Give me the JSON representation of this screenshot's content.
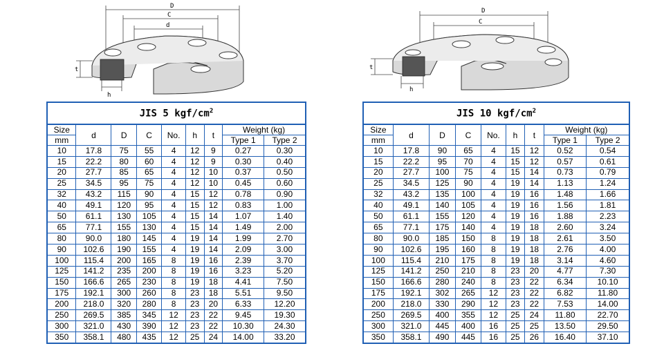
{
  "left": {
    "title": "JIS 5 kgf/cm",
    "title_exp": "2",
    "drawing": {
      "D": "D",
      "C": "C",
      "d": "d",
      "t": "t",
      "h": "h"
    },
    "headers": {
      "size": "Size",
      "size_unit": "mm",
      "d": "d",
      "D": "D",
      "C": "C",
      "no": "No.",
      "h": "h",
      "t": "t",
      "weight": "Weight (kg)",
      "type1": "Type 1",
      "type2": "Type 2"
    },
    "rows": [
      [
        "10",
        "17.8",
        "75",
        "55",
        "4",
        "12",
        "9",
        "0.27",
        "0.30"
      ],
      [
        "15",
        "22.2",
        "80",
        "60",
        "4",
        "12",
        "9",
        "0.30",
        "0.40"
      ],
      [
        "20",
        "27.7",
        "85",
        "65",
        "4",
        "12",
        "10",
        "0.37",
        "0.50"
      ],
      [
        "25",
        "34.5",
        "95",
        "75",
        "4",
        "12",
        "10",
        "0.45",
        "0.60"
      ],
      [
        "32",
        "43.2",
        "115",
        "90",
        "4",
        "15",
        "12",
        "0.78",
        "0.90"
      ],
      [
        "40",
        "49.1",
        "120",
        "95",
        "4",
        "15",
        "12",
        "0.83",
        "1.00"
      ],
      [
        "50",
        "61.1",
        "130",
        "105",
        "4",
        "15",
        "14",
        "1.07",
        "1.40"
      ],
      [
        "65",
        "77.1",
        "155",
        "130",
        "4",
        "15",
        "14",
        "1.49",
        "2.00"
      ],
      [
        "80",
        "90.0",
        "180",
        "145",
        "4",
        "19",
        "14",
        "1.99",
        "2.70"
      ],
      [
        "90",
        "102.6",
        "190",
        "155",
        "4",
        "19",
        "14",
        "2.09",
        "3.00"
      ],
      [
        "100",
        "115.4",
        "200",
        "165",
        "8",
        "19",
        "16",
        "2.39",
        "3.70"
      ],
      [
        "125",
        "141.2",
        "235",
        "200",
        "8",
        "19",
        "16",
        "3.23",
        "5.20"
      ],
      [
        "150",
        "166.6",
        "265",
        "230",
        "8",
        "19",
        "18",
        "4.41",
        "7.50"
      ],
      [
        "175",
        "192.1",
        "300",
        "260",
        "8",
        "23",
        "18",
        "5.51",
        "9.50"
      ],
      [
        "200",
        "218.0",
        "320",
        "280",
        "8",
        "23",
        "20",
        "6.33",
        "12.20"
      ],
      [
        "250",
        "269.5",
        "385",
        "345",
        "12",
        "23",
        "22",
        "9.45",
        "19.30"
      ],
      [
        "300",
        "321.0",
        "430",
        "390",
        "12",
        "23",
        "22",
        "10.30",
        "24.30"
      ],
      [
        "350",
        "358.1",
        "480",
        "435",
        "12",
        "25",
        "24",
        "14.00",
        "33.20"
      ]
    ]
  },
  "right": {
    "title": "JIS 10 kgf/cm",
    "title_exp": "2",
    "drawing": {
      "D": "D",
      "C": "C",
      "t": "t",
      "h": "h"
    },
    "headers": {
      "size": "Size",
      "size_unit": "mm",
      "d": "d",
      "D": "D",
      "C": "C",
      "no": "No.",
      "h": "h",
      "t": "t",
      "weight": "Weight (kg)",
      "type1": "Type 1",
      "type2": "Type 2"
    },
    "rows": [
      [
        "10",
        "17.8",
        "90",
        "65",
        "4",
        "15",
        "12",
        "0.52",
        "0.54"
      ],
      [
        "15",
        "22.2",
        "95",
        "70",
        "4",
        "15",
        "12",
        "0.57",
        "0.61"
      ],
      [
        "20",
        "27.7",
        "100",
        "75",
        "4",
        "15",
        "14",
        "0.73",
        "0.79"
      ],
      [
        "25",
        "34.5",
        "125",
        "90",
        "4",
        "19",
        "14",
        "1.13",
        "1.24"
      ],
      [
        "32",
        "43.2",
        "135",
        "100",
        "4",
        "19",
        "16",
        "1.48",
        "1.66"
      ],
      [
        "40",
        "49.1",
        "140",
        "105",
        "4",
        "19",
        "16",
        "1.56",
        "1.81"
      ],
      [
        "50",
        "61.1",
        "155",
        "120",
        "4",
        "19",
        "16",
        "1.88",
        "2.23"
      ],
      [
        "65",
        "77.1",
        "175",
        "140",
        "4",
        "19",
        "18",
        "2.60",
        "3.24"
      ],
      [
        "80",
        "90.0",
        "185",
        "150",
        "8",
        "19",
        "18",
        "2.61",
        "3.50"
      ],
      [
        "90",
        "102.6",
        "195",
        "160",
        "8",
        "19",
        "18",
        "2.76",
        "4.00"
      ],
      [
        "100",
        "115.4",
        "210",
        "175",
        "8",
        "19",
        "18",
        "3.14",
        "4.60"
      ],
      [
        "125",
        "141.2",
        "250",
        "210",
        "8",
        "23",
        "20",
        "4.77",
        "7.30"
      ],
      [
        "150",
        "166.6",
        "280",
        "240",
        "8",
        "23",
        "22",
        "6.34",
        "10.10"
      ],
      [
        "175",
        "192.1",
        "302",
        "265",
        "12",
        "23",
        "22",
        "6.82",
        "11.80"
      ],
      [
        "200",
        "218.0",
        "330",
        "290",
        "12",
        "23",
        "22",
        "7.53",
        "14.00"
      ],
      [
        "250",
        "269.5",
        "400",
        "355",
        "12",
        "25",
        "24",
        "11.80",
        "22.70"
      ],
      [
        "300",
        "321.0",
        "445",
        "400",
        "16",
        "25",
        "25",
        "13.50",
        "29.50"
      ],
      [
        "350",
        "358.1",
        "490",
        "445",
        "16",
        "25",
        "26",
        "16.40",
        "37.10"
      ]
    ]
  }
}
